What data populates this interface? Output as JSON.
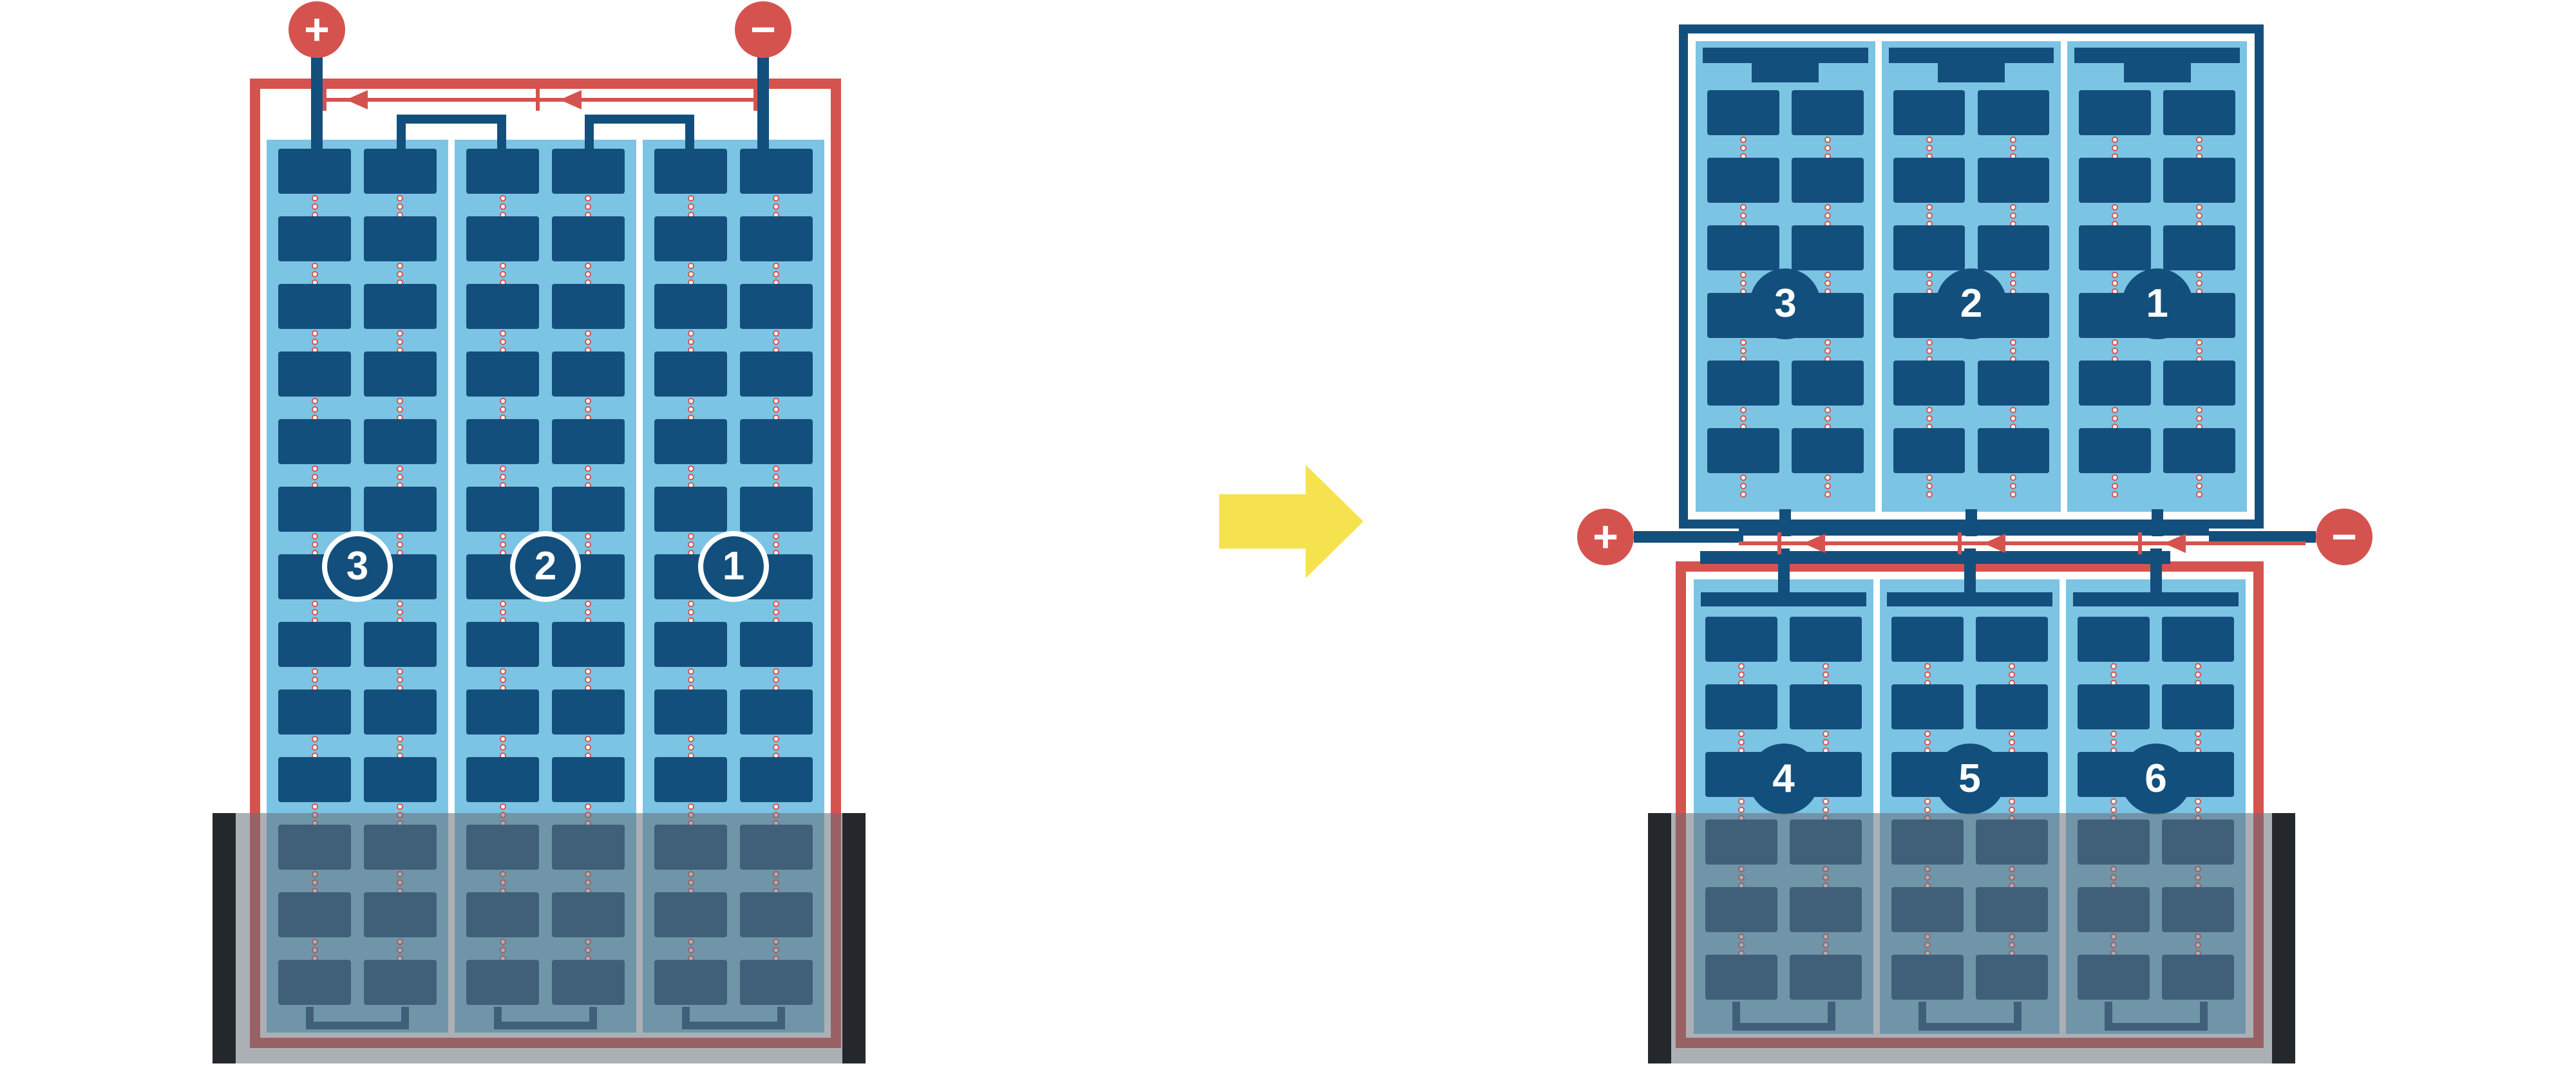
{
  "colors": {
    "red": "#D5534F",
    "navy": "#134F7C",
    "light_blue": "#7CC4E4",
    "yellow": "#F6E14F",
    "shade_overlay": "rgba(102,112,121,0.55)",
    "black_bar": "#24282C"
  },
  "left_module": {
    "terminals": {
      "plus": "+",
      "minus": "−"
    },
    "panel": {
      "columns": 3,
      "rows": 13,
      "labels": [
        "3",
        "2",
        "1"
      ]
    }
  },
  "right_module": {
    "terminals": {
      "plus": "+",
      "minus": "−"
    },
    "top_panel": {
      "columns": 3,
      "rows": 6,
      "labels": [
        "3",
        "2",
        "1"
      ]
    },
    "bottom_panel": {
      "columns": 3,
      "rows": 6,
      "labels": [
        "4",
        "5",
        "6"
      ]
    }
  }
}
